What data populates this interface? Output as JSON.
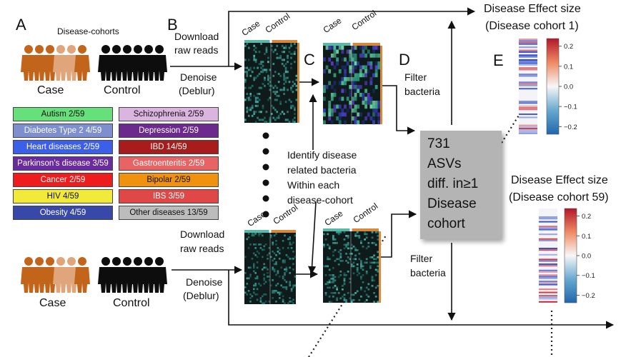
{
  "panels": {
    "A": "A",
    "B": "B",
    "C": "C",
    "D": "D",
    "E": "E"
  },
  "cohorts_title": "Disease-cohorts",
  "case_label": "Case",
  "control_label": "Control",
  "download_raw_reads": [
    "Download",
    "raw reads"
  ],
  "denoise": [
    "Denoise",
    "(Deblur)"
  ],
  "heatmap_case": "Case",
  "heatmap_control": "Control",
  "filter_bacteria": [
    "Filter",
    "bacteria"
  ],
  "identify_text": [
    "Identify disease",
    "related bacteria",
    "Within each",
    "disease-cohort"
  ],
  "summary_box": [
    "731",
    "ASVs",
    "diff. in≥1",
    "Disease",
    "cohort"
  ],
  "effect_top": [
    "Disease Effect size",
    "(Disease cohort 1)"
  ],
  "effect_bottom": [
    "Disease Effect size",
    "(Disease cohort 59)"
  ],
  "colorbar_ticks": [
    "0.2",
    "0.1",
    "0.0",
    "−0.1",
    "−0.2"
  ],
  "diseases_left": [
    {
      "label": "Autism 2/59",
      "color": "#66e07a"
    },
    {
      "label": "Diabetes Type 2 4/59",
      "color": "#7d8fce"
    },
    {
      "label": "Heart diseases 2/59",
      "color": "#3b5fe8"
    },
    {
      "label": "Parkinson’s disease 3/59",
      "color": "#6a2aa0"
    },
    {
      "label": "Cancer 2/59",
      "color": "#ee1c1c"
    },
    {
      "label": "HIV 4/59",
      "color": "#f2ea3a"
    },
    {
      "label": "Obesity 4/59",
      "color": "#3748a8"
    }
  ],
  "diseases_right": [
    {
      "label": "Schizophrenia 2/59",
      "color": "#dcb4e0"
    },
    {
      "label": "Depression 2/59",
      "color": "#6d2a8e"
    },
    {
      "label": "IBD 14/59",
      "color": "#a81c1c"
    },
    {
      "label": "Gastroenteritis 2/59",
      "color": "#e86464"
    },
    {
      "label": "Bipolar 2/59",
      "color": "#f0920e"
    },
    {
      "label": "IBS 3/59",
      "color": "#e04848"
    },
    {
      "label": "Other diseases 13/59",
      "color": "#bcbcbc"
    }
  ],
  "colors": {
    "case_people": "#c2641a",
    "case_light": "#e0a57a",
    "control_people": "#0d0d0d",
    "heatmap_bg": "#0f1a1a",
    "heatmap_top_bar": "#d7883a"
  }
}
